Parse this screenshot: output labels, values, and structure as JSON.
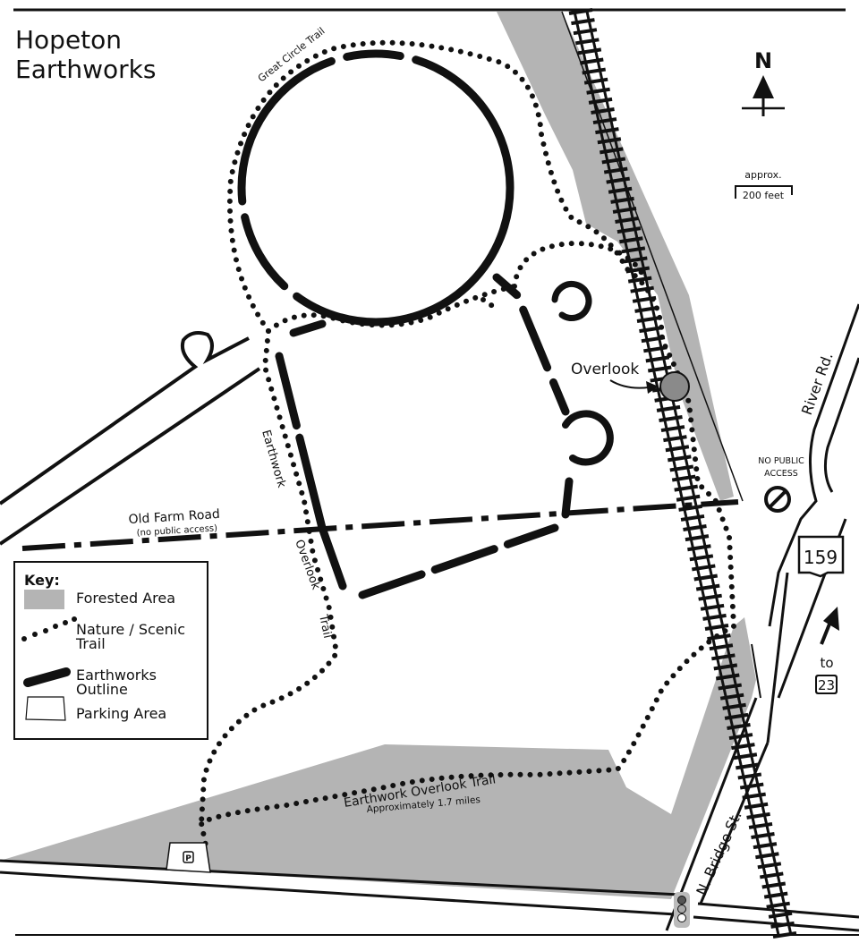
{
  "title": {
    "line1": "Hopeton",
    "line2": "Earthworks"
  },
  "north_arrow": {
    "label": "N"
  },
  "scale": {
    "line1": "approx.",
    "line2": "200 feet"
  },
  "labels": {
    "great_circle_trail": "Great Circle Trail",
    "overlook": "Overlook",
    "river_rd": "River Rd.",
    "no_public_access_1": "NO PUBLIC",
    "no_public_access_2": "ACCESS",
    "old_farm_road": "Old Farm Road",
    "old_farm_road_note": "(no public access)",
    "earthwork_overlook_vertical_1": "Earthwork",
    "earthwork_overlook_vertical_2": "Overlook",
    "earthwork_overlook_vertical_3": "Trail",
    "earthwork_overlook_trail": "Earthwork Overlook  Trail",
    "trail_length": "Approximately 1.7 miles",
    "n_bridge_st": "N. Bridge St.",
    "route_159": "159",
    "to": "to",
    "route_23": "23",
    "parking": "P"
  },
  "key": {
    "title": "Key:",
    "items": [
      {
        "label_1": "Forested Area",
        "label_2": ""
      },
      {
        "label_1": "Nature / Scenic",
        "label_2": "Trail"
      },
      {
        "label_1": "Earthworks",
        "label_2": "Outline"
      },
      {
        "label_1": "Parking Area",
        "label_2": ""
      }
    ]
  },
  "colors": {
    "forest": "#b4b4b4",
    "ink": "#111111",
    "overlook": "#8a8a8a"
  }
}
